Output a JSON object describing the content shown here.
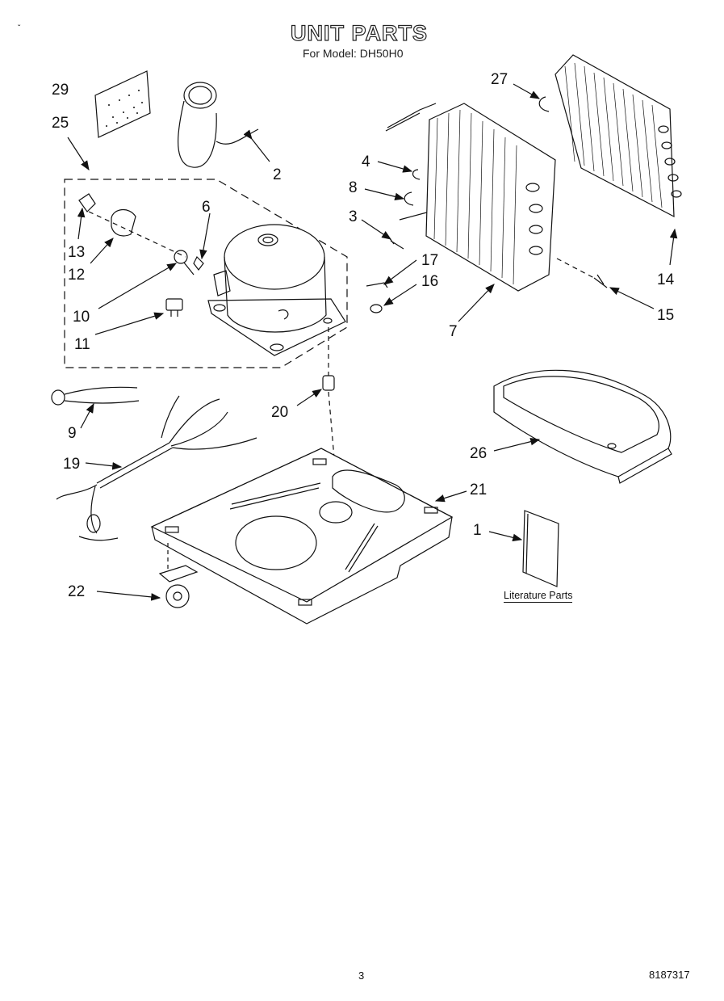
{
  "header": {
    "title": "UNIT PARTS",
    "subtitle": "For Model: DH50H0"
  },
  "callouts": {
    "c1": "1",
    "c2": "2",
    "c3": "3",
    "c4": "4",
    "c6": "6",
    "c7": "7",
    "c8": "8",
    "c9": "9",
    "c10": "10",
    "c11": "11",
    "c12": "12",
    "c13": "13",
    "c14": "14",
    "c15": "15",
    "c16": "16",
    "c17": "17",
    "c19": "19",
    "c20": "20",
    "c21": "21",
    "c22": "22",
    "c25": "25",
    "c26": "26",
    "c27": "27",
    "c29": "29"
  },
  "literature_label": "Literature Parts",
  "footer": {
    "page": "3",
    "doc_number": "8187317"
  },
  "corner_mark": "ˇ"
}
